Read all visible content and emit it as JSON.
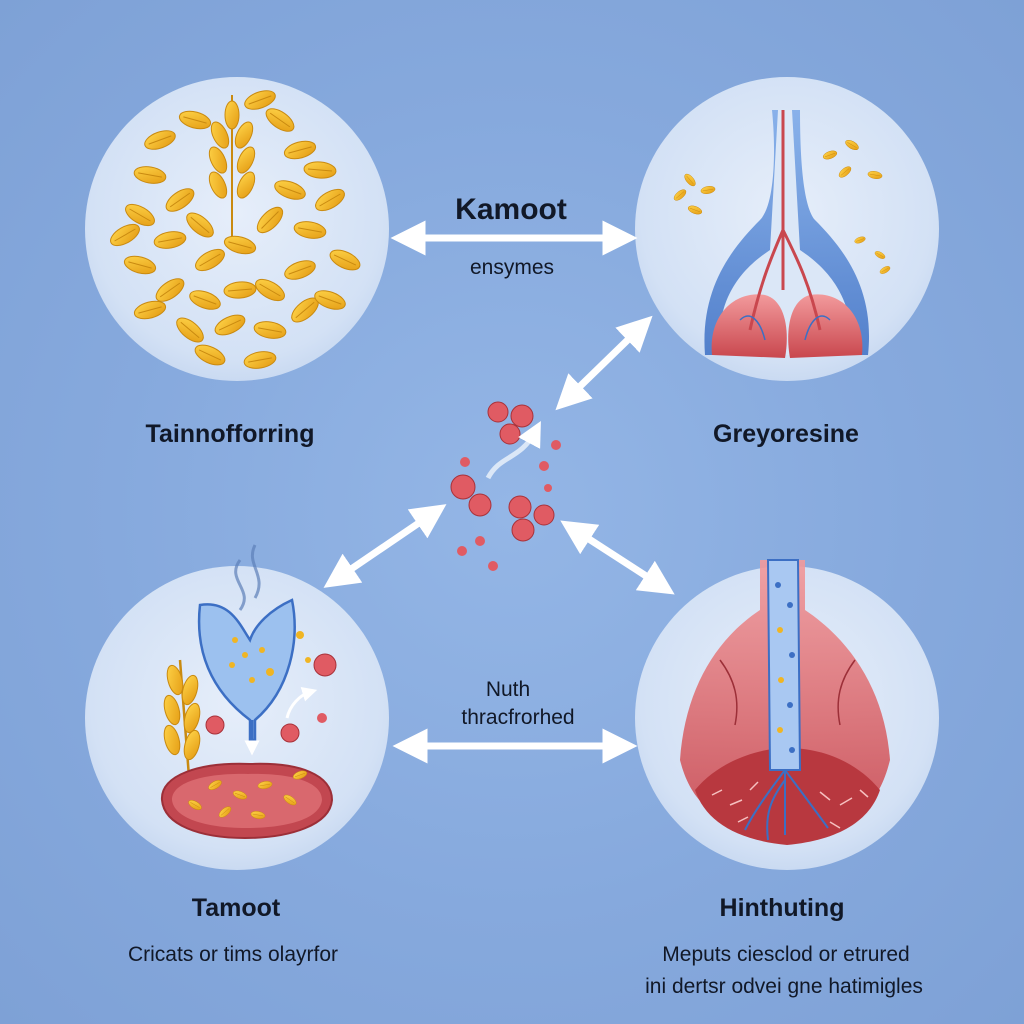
{
  "labels": {
    "top_title": "Kamoot",
    "top_sub": "ensymes",
    "top_left": "Tainnofforring",
    "top_right": "Greyoresine",
    "middle_line1": "Nuth",
    "middle_line2": "thracfrorhed",
    "bottom_left": "Tamoot",
    "bottom_left_caption": "Cricats or tims olayrfor",
    "bottom_right": "Hinthuting",
    "bottom_right_caption_line1": "Meputs ciesclod or etrured",
    "bottom_right_caption_line2": "ini dertsr odvei gne hatimigles"
  },
  "colors": {
    "background": "#86a9dd",
    "circle_fill": "#dbe7f7",
    "grain": "#f0b523",
    "grain_dark": "#c98a10",
    "tissue_red": "#e26b6f",
    "vessel_blue": "#4a7fd0",
    "molecule_red": "#e05b63",
    "arrow_white": "#ffffff"
  },
  "icons": {
    "top_left": "wheat-grains-icon",
    "top_right": "stomach-organ-icon",
    "center": "molecules-icon",
    "bottom_left": "digestion-funnel-icon",
    "bottom_right": "intestine-tissue-icon"
  }
}
